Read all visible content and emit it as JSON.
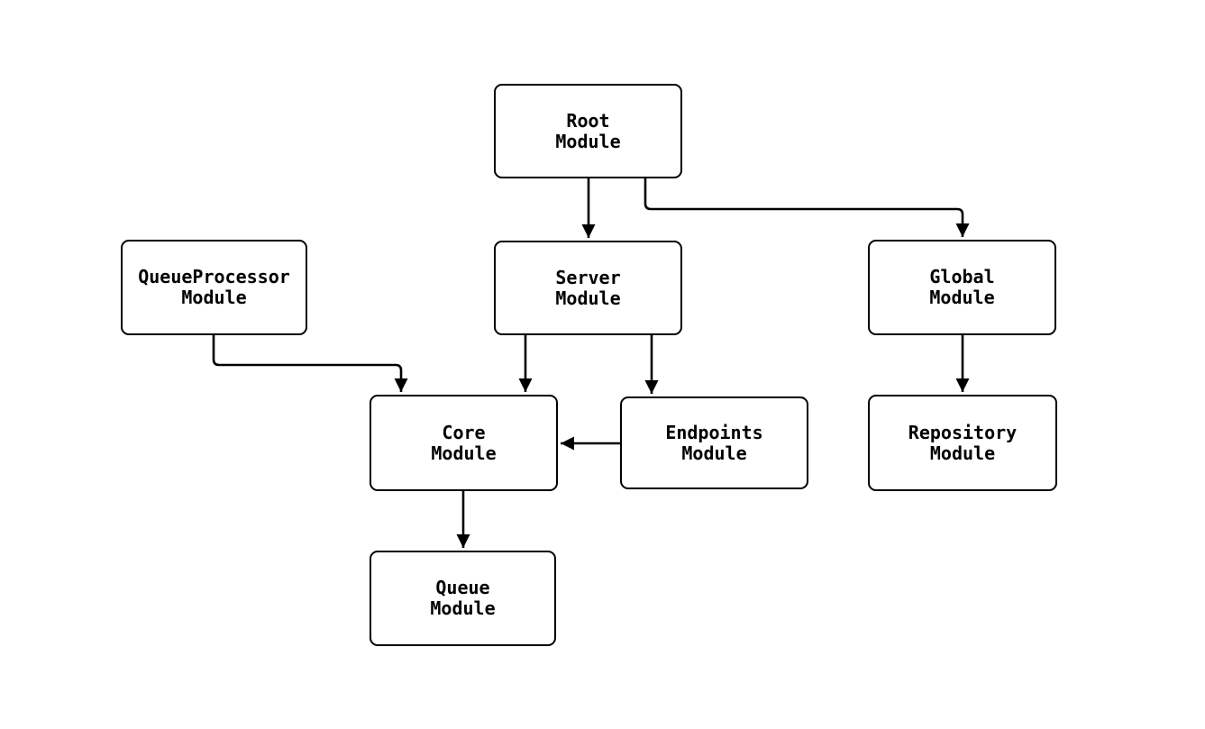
{
  "diagram": {
    "nodes": {
      "root": {
        "line1": "Root",
        "line2": "Module"
      },
      "queue_processor": {
        "line1": "QueueProcessor",
        "line2": "Module"
      },
      "server": {
        "line1": "Server",
        "line2": "Module"
      },
      "global": {
        "line1": "Global",
        "line2": "Module"
      },
      "core": {
        "line1": "Core",
        "line2": "Module"
      },
      "endpoints": {
        "line1": "Endpoints",
        "line2": "Module"
      },
      "repository": {
        "line1": "Repository",
        "line2": "Module"
      },
      "queue": {
        "line1": "Queue",
        "line2": "Module"
      }
    },
    "edges": [
      {
        "from": "Root Module",
        "to": "Server Module"
      },
      {
        "from": "Root Module",
        "to": "Global Module"
      },
      {
        "from": "QueueProcessor Module",
        "to": "Core Module"
      },
      {
        "from": "Server Module",
        "to": "Core Module"
      },
      {
        "from": "Server Module",
        "to": "Endpoints Module"
      },
      {
        "from": "Endpoints Module",
        "to": "Core Module"
      },
      {
        "from": "Core Module",
        "to": "Queue Module"
      },
      {
        "from": "Global Module",
        "to": "Repository Module"
      }
    ],
    "colors": {
      "stroke": "#000000",
      "node_fill": "#ffffff",
      "text": "#000000",
      "background": "#ffffff"
    }
  }
}
